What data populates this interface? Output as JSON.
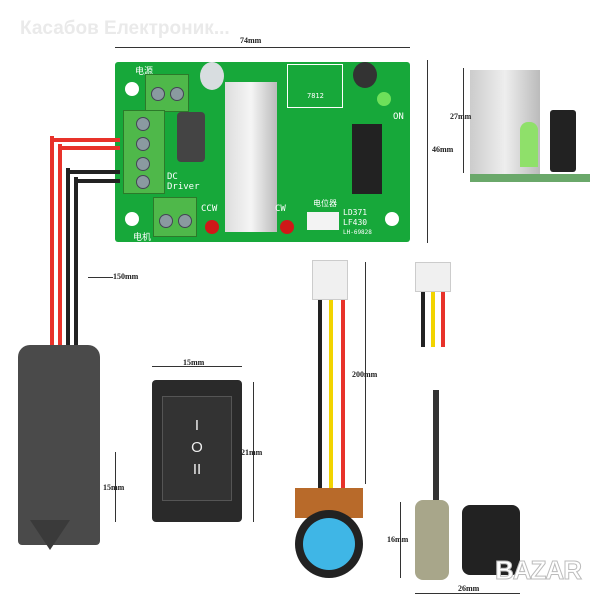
{
  "watermark": "Касабов Електроник...",
  "logo": "BAZAR",
  "pcb": {
    "power_label": "电源",
    "driver_label": "DC Driver",
    "ccw_label": "CCW",
    "cw_label": "CW",
    "on_label": "ON",
    "regulator_label": "7812",
    "pot_label": "电位器",
    "motor_label": "电机",
    "model_lines": [
      "LD371",
      "LF430",
      "LH-69828"
    ]
  },
  "dimensions": {
    "pcb_width": "74mm",
    "pcb_height": "46mm",
    "side_height": "27mm",
    "cable_length": "150mm",
    "plug_height": "15mm",
    "switch_width": "15mm",
    "switch_height": "21mm",
    "pot_cable_length": "200mm",
    "pot_height": "16mm",
    "pot_length": "26mm"
  },
  "switch_symbols": {
    "top": "I",
    "middle": "O",
    "bottom": "II"
  },
  "colors": {
    "pcb": "#17a83a",
    "wire_red": "#e8322a",
    "wire_black": "#222222",
    "wire_yellow": "#f2d400",
    "knob_blue": "#3fb6e6"
  }
}
